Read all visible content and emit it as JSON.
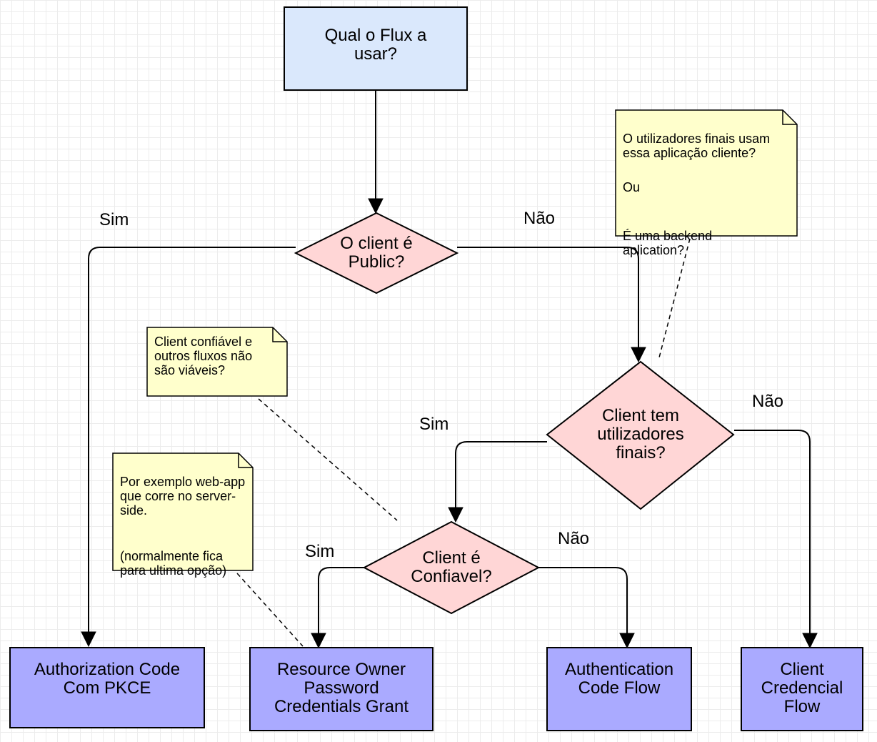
{
  "start": {
    "label": "Qual o Flux a usar?",
    "fill": "#dae8fc"
  },
  "decisions": {
    "is_public": {
      "label": "O client é Public?",
      "fill": "#ffd6d6"
    },
    "has_end_users": {
      "label": "Client tem utilizadores finais?",
      "fill": "#ffd6d6"
    },
    "is_trusted": {
      "label": "Client é Confiavel?",
      "fill": "#ffd6d6"
    }
  },
  "outcomes": {
    "auth_code_pkce": {
      "label": "Authorization Code Com PKCE",
      "fill": "#aaaaff"
    },
    "ropc": {
      "label": "Resource Owner Password Credentials Grant",
      "fill": "#aaaaff"
    },
    "auth_code_flow": {
      "label": "Authentication Code Flow",
      "fill": "#aaaaff"
    },
    "client_credentials": {
      "label": "Client Credencial Flow",
      "fill": "#aaaaff"
    }
  },
  "notes": {
    "end_users": {
      "line1": "O utilizadores finais usam essa aplicação cliente?",
      "line2": "Ou",
      "line3": "É uma backend aplication?",
      "fill": "#ffffcc"
    },
    "trusted": {
      "line1": "Client confiável e outros fluxos não são viáveis?",
      "fill": "#ffffcc"
    },
    "example": {
      "line1": "Por exemplo web-app que corre no server-side.",
      "line2": "(normalmente fica para ultima opção)",
      "fill": "#ffffcc"
    }
  },
  "edge_labels": {
    "public_yes": "Sim",
    "public_no": "Não",
    "end_users_yes": "Sim",
    "end_users_no": "Não",
    "trusted_yes": "Sim",
    "trusted_no": "Não"
  }
}
